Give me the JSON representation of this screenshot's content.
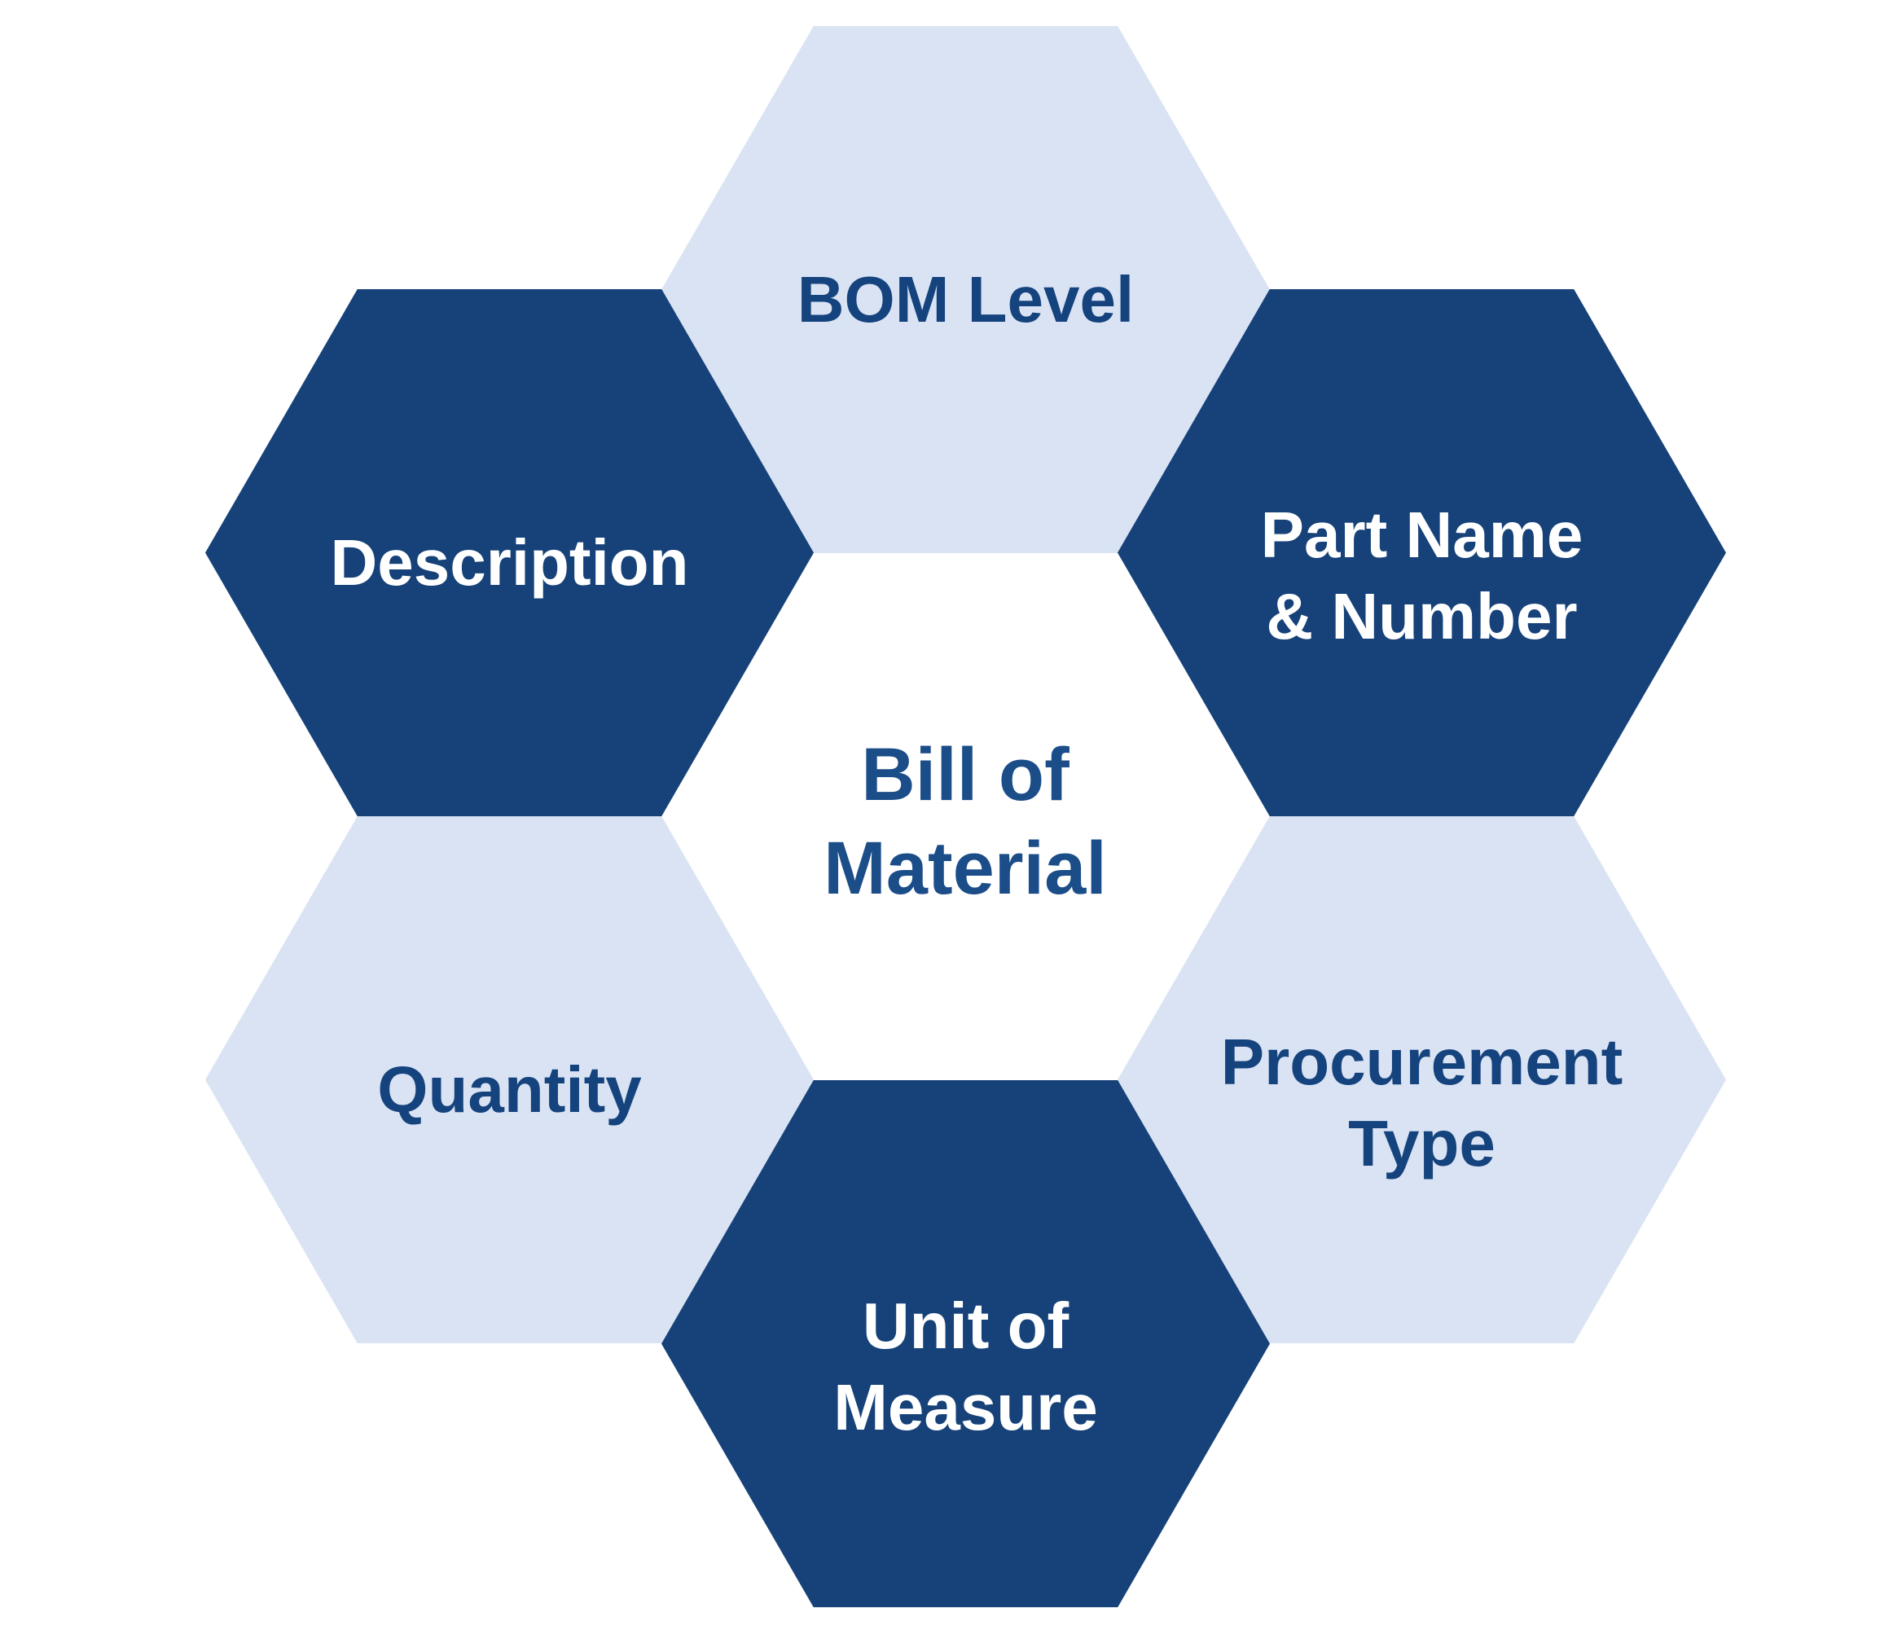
{
  "diagram": {
    "center_title": "Bill of\nMaterial",
    "hexagons": {
      "top": {
        "label": "BOM Level",
        "variant": "light"
      },
      "nw": {
        "label": "Description",
        "variant": "dark"
      },
      "ne": {
        "label": "Part Name\n& Number",
        "variant": "dark"
      },
      "sw": {
        "label": "Quantity",
        "variant": "light"
      },
      "se": {
        "label": "Procurement\nType",
        "variant": "light"
      },
      "bottom": {
        "label": "Unit of\nMeasure",
        "variant": "dark"
      }
    },
    "colors": {
      "dark_hex_fill": "#164279",
      "light_hex_fill": "#DAE3F3",
      "label_on_light": "#15437E",
      "label_on_dark": "#FFFFFF",
      "title_text": "#1B4D89",
      "background": "#FFFFFF"
    }
  }
}
